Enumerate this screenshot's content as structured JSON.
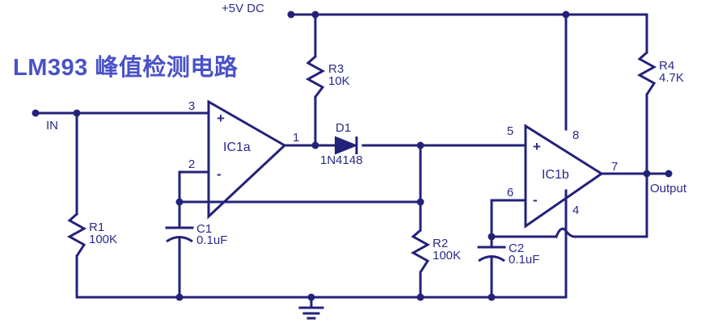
{
  "title": "LM393 峰值检测电路",
  "colors": {
    "title": "#4a52c8",
    "wire": "#22227a",
    "label": "#2a2a86",
    "background": "#ffffff"
  },
  "terminals": {
    "supply": "+5V DC",
    "input": "IN",
    "output": "Output"
  },
  "ground": {
    "name": "ground-symbol"
  },
  "components": [
    {
      "ref": "R1",
      "value": "100K",
      "type": "resistor",
      "name": "resistor-r1"
    },
    {
      "ref": "R2",
      "value": "100K",
      "type": "resistor",
      "name": "resistor-r2"
    },
    {
      "ref": "R3",
      "value": "10K",
      "type": "resistor",
      "name": "resistor-r3"
    },
    {
      "ref": "R4",
      "value": "4.7K",
      "type": "resistor",
      "name": "resistor-r4"
    },
    {
      "ref": "C1",
      "value": "0.1uF",
      "type": "capacitor",
      "name": "capacitor-c1"
    },
    {
      "ref": "C2",
      "value": "0.1uF",
      "type": "capacitor",
      "name": "capacitor-c2"
    },
    {
      "ref": "D1",
      "value": "1N4148",
      "type": "diode",
      "name": "diode-d1"
    }
  ],
  "ics": [
    {
      "ref": "IC1a",
      "name": "opamp-ic1a",
      "pins": [
        {
          "num": "3",
          "sign": "+"
        },
        {
          "num": "2",
          "sign": "-"
        },
        {
          "num": "1",
          "sign": ""
        }
      ]
    },
    {
      "ref": "IC1b",
      "name": "opamp-ic1b",
      "pins": [
        {
          "num": "5",
          "sign": "+"
        },
        {
          "num": "6",
          "sign": "-"
        },
        {
          "num": "7",
          "sign": ""
        },
        {
          "num": "8",
          "sign": ""
        },
        {
          "num": "4",
          "sign": ""
        }
      ]
    }
  ]
}
